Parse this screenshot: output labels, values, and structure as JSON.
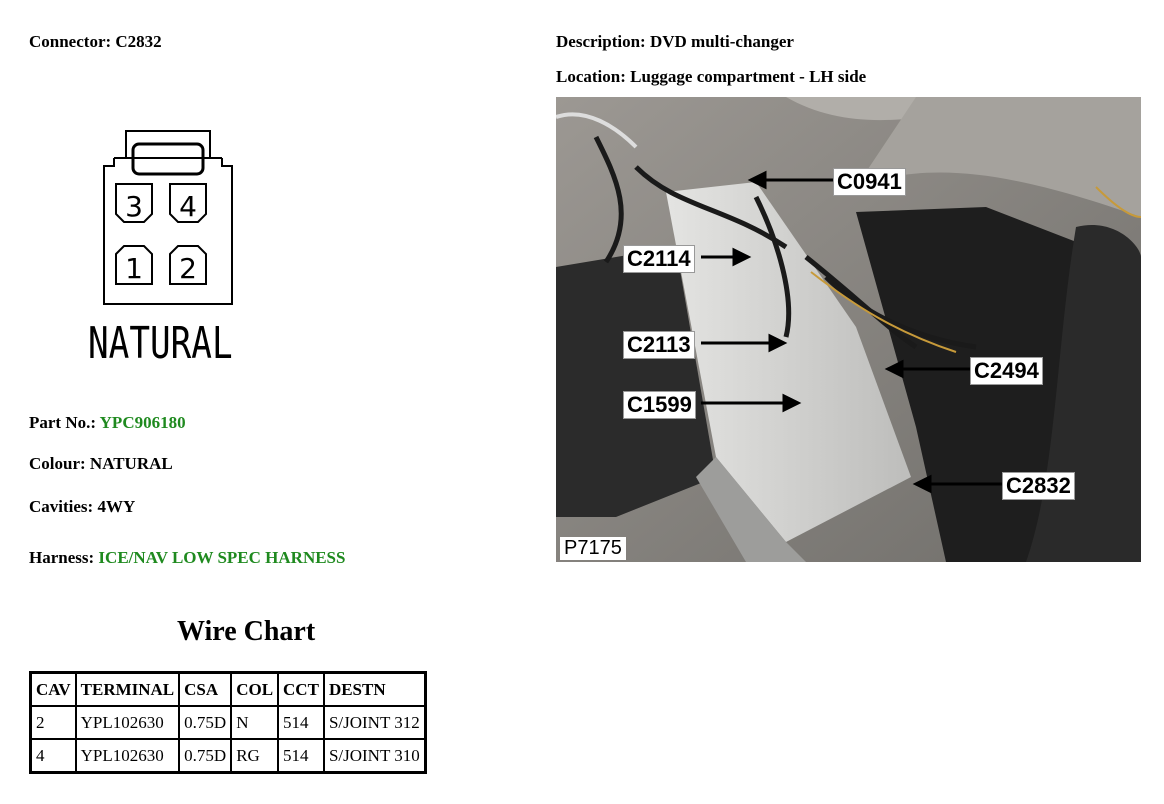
{
  "connector": {
    "label": "Connector:",
    "value": "C2832"
  },
  "description": {
    "label": "Description:",
    "value": "DVD multi-changer"
  },
  "location": {
    "label": "Location:",
    "value": "Luggage compartment - LH side"
  },
  "diagram": {
    "cavities": [
      "3",
      "4",
      "1",
      "2"
    ],
    "colour_text": "NATURAL"
  },
  "photo": {
    "id": "P7175",
    "callouts": [
      "C0941",
      "C2114",
      "C2113",
      "C2494",
      "C1599",
      "C2832"
    ]
  },
  "part_no": {
    "label": "Part No.:",
    "value": "YPC906180"
  },
  "colour": {
    "label": "Colour:",
    "value": "NATURAL"
  },
  "cavities": {
    "label": "Cavities:",
    "value": "4WY"
  },
  "harness": {
    "label": "Harness:",
    "value": "ICE/NAV LOW SPEC HARNESS"
  },
  "wire_chart": {
    "title": "Wire Chart",
    "headers": [
      "CAV",
      "TERMINAL",
      "CSA",
      "COL",
      "CCT",
      "DESTN"
    ],
    "rows": [
      [
        "2",
        "YPL102630",
        "0.75D",
        "N",
        "514",
        "S/JOINT 312"
      ],
      [
        "4",
        "YPL102630",
        "0.75D",
        "RG",
        "514",
        "S/JOINT 310"
      ]
    ]
  },
  "colors": {
    "accent_green": "#1f8a1f"
  }
}
